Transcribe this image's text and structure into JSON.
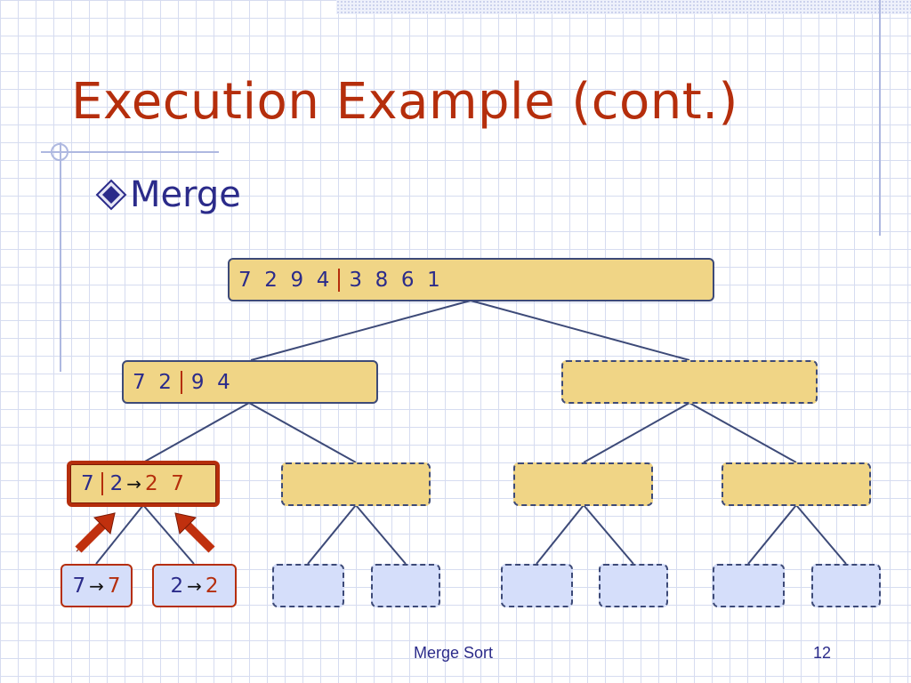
{
  "slide": {
    "title": "Execution Example (cont.)",
    "bullet": "Merge",
    "footer": "Merge Sort",
    "page_number": "12"
  },
  "tree": {
    "root": {
      "left": "7  2  9  4",
      "right": "3  8  6  1"
    },
    "level1_left": {
      "left": "7  2",
      "right": "9  4"
    },
    "level2_active": {
      "left": "7",
      "right": "2",
      "arrow": "→",
      "result": "2  7"
    },
    "leaf_1": {
      "input": "7",
      "arrow": "→",
      "output": "7"
    },
    "leaf_2": {
      "input": "2",
      "arrow": "→",
      "output": "2"
    }
  },
  "colors": {
    "title": "#b52e0c",
    "text": "#2b2b8a",
    "node_fill": "#f0d586",
    "leaf_fill": "#d5defa",
    "highlight": "#b52e0c",
    "edge": "#3d4a78"
  }
}
